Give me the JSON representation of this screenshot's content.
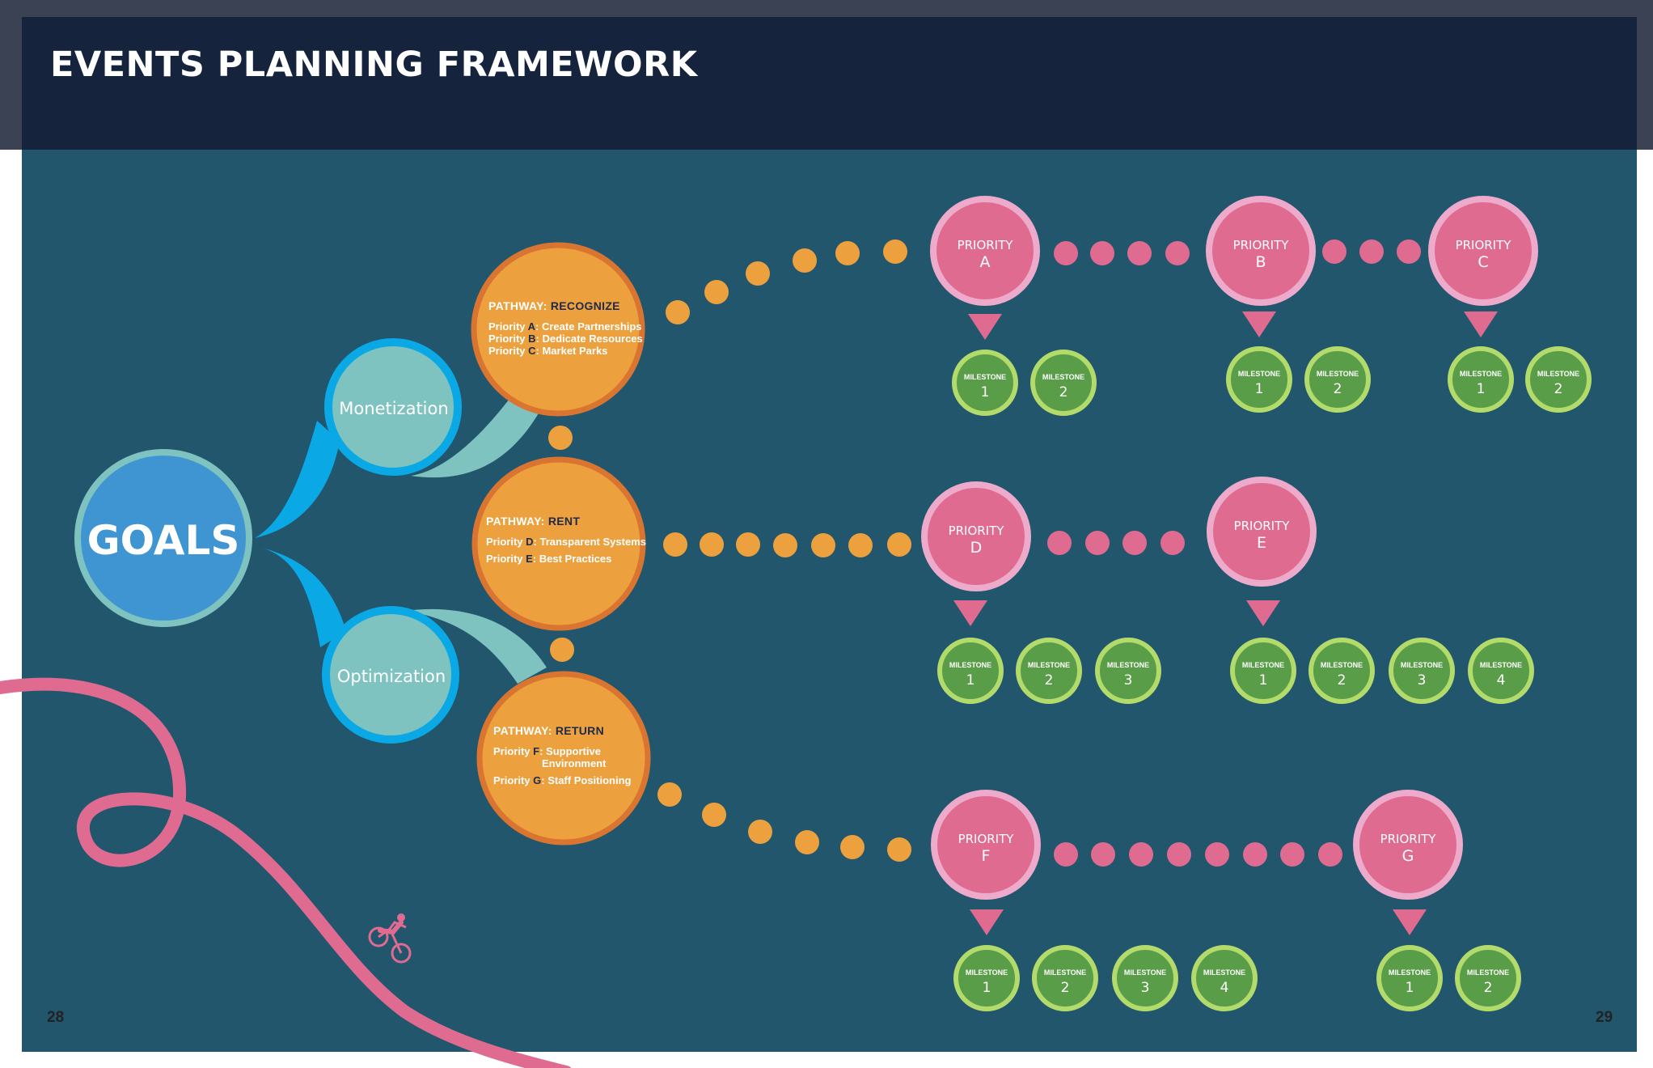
{
  "header": {
    "title": "EVENTS PLANNING FRAMEWORK"
  },
  "goals": {
    "label": "GOALS"
  },
  "branches": [
    {
      "label": "Monetization"
    },
    {
      "label": "Optimization"
    }
  ],
  "pathways": [
    {
      "prefix": "PATHWAY:",
      "name": "RECOGNIZE",
      "items": [
        {
          "label": "Priority",
          "letter": "A",
          "text": ": Create Partnerships"
        },
        {
          "label": "Priority",
          "letter": "B",
          "text": ": Dedicate Resources"
        },
        {
          "label": "Priority",
          "letter": "C",
          "text": ": Market Parks"
        }
      ]
    },
    {
      "prefix": "PATHWAY:",
      "name": "RENT",
      "items": [
        {
          "label": "Priority",
          "letter": "D",
          "text": ": Transparent Systems"
        },
        {
          "label": "Priority",
          "letter": "E",
          "text": ": Best Practices"
        }
      ]
    },
    {
      "prefix": "PATHWAY:",
      "name": "RETURN",
      "items": [
        {
          "label": "Priority",
          "letter": "F",
          "text": ": Supportive",
          "text2": "Environment"
        },
        {
          "label": "Priority",
          "letter": "G",
          "text": ": Staff Positioning"
        }
      ]
    }
  ],
  "priorities": [
    {
      "label": "PRIORITY",
      "letter": "A",
      "milestones": [
        "1",
        "2"
      ]
    },
    {
      "label": "PRIORITY",
      "letter": "B",
      "milestones": [
        "1",
        "2"
      ]
    },
    {
      "label": "PRIORITY",
      "letter": "C",
      "milestones": [
        "1",
        "2"
      ]
    },
    {
      "label": "PRIORITY",
      "letter": "D",
      "milestones": [
        "1",
        "2",
        "3"
      ]
    },
    {
      "label": "PRIORITY",
      "letter": "E",
      "milestones": [
        "1",
        "2",
        "3",
        "4"
      ]
    },
    {
      "label": "PRIORITY",
      "letter": "F",
      "milestones": [
        "1",
        "2",
        "3",
        "4"
      ]
    },
    {
      "label": "PRIORITY",
      "letter": "G",
      "milestones": [
        "1",
        "2"
      ]
    }
  ],
  "milestone_label": "MILESTONE",
  "pages": {
    "left": "28",
    "right": "29"
  },
  "colors": {
    "goals": "#3f95d1",
    "goals_ring": "#7fc3c0",
    "branch": "#7fc3c0",
    "branch_ring": "#0aa9e6",
    "pathway": "#eda13e",
    "pathway_ring": "#d97530",
    "priority": "#e06b91",
    "priority_ring": "#eeaacb",
    "milestone": "#5a9d48",
    "milestone_ring": "#b3db6b",
    "orange_dot": "#eda13e",
    "pink_dot": "#e06b91",
    "cyclist_path": "#e06b91"
  },
  "icons": [
    "cyclist-icon"
  ]
}
